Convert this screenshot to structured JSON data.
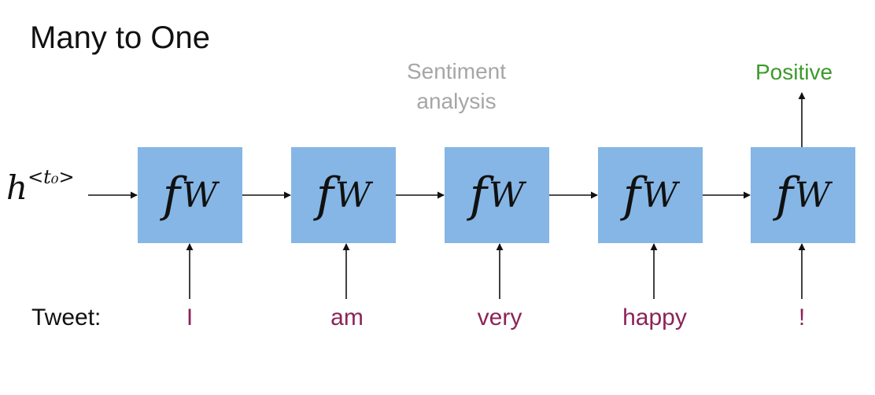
{
  "title": "Many to One",
  "subtitle": "Sentiment analysis",
  "output_label": "Positive",
  "initial_state": {
    "base": "h",
    "superscript": "<t₀>"
  },
  "cell": {
    "f": "f",
    "sub": "W"
  },
  "input_label": "Tweet:",
  "tokens": [
    "I",
    "am",
    "very",
    "happy",
    "!"
  ],
  "colors": {
    "cell_fill": "#85b6e5",
    "token": "#8c2358",
    "output": "#3c9a2c",
    "subtitle": "#a6a6a6"
  }
}
